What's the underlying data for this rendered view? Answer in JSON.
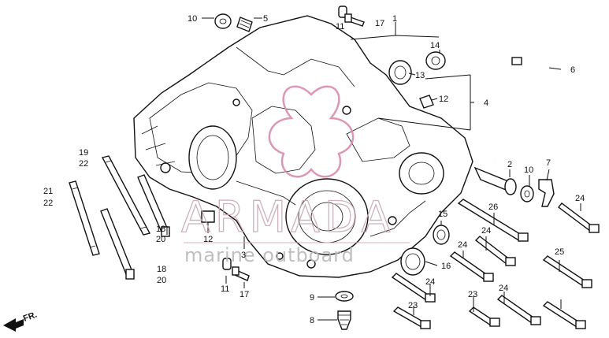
{
  "diagram": {
    "callouts": [
      "10",
      "5",
      "11",
      "17",
      "1",
      "14",
      "13",
      "6",
      "12",
      "4",
      "19",
      "22",
      "21",
      "22",
      "18",
      "20",
      "12",
      "3",
      "2",
      "10",
      "7",
      "24",
      "26",
      "15",
      "24",
      "25",
      "16",
      "24",
      "11",
      "17",
      "24",
      "9",
      "8",
      "23",
      "23",
      "24",
      "18",
      "20"
    ],
    "orientation_marker": "FR.",
    "watermark": {
      "brand": "ARMADA",
      "tagline": "marine outboard",
      "color": "#c9a9b6"
    }
  }
}
